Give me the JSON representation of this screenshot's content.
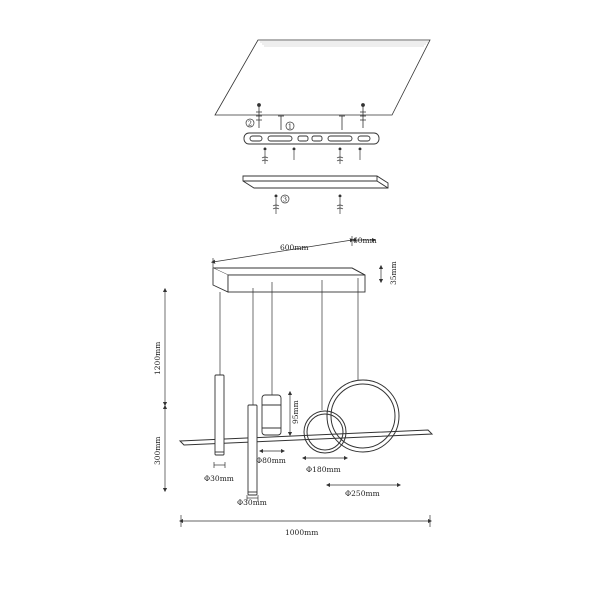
{
  "install": {
    "callouts": [
      "1",
      "2",
      "3"
    ]
  },
  "dimensions": {
    "width_600": "600mm",
    "depth_60": "60mm",
    "height_35": "35mm",
    "drop_1200": "1200mm",
    "height_300": "300mm",
    "shade_height_95": "95mm",
    "dia_30_a": "Φ30mm",
    "dia_30_b": "Φ30mm",
    "dia_80": "Φ80mm",
    "dia_180": "Φ180mm",
    "dia_250": "Φ250mm",
    "total_1000": "1000mm"
  },
  "colors": {
    "line": "#333333",
    "ceiling_hatch": "#bbbbbb"
  }
}
